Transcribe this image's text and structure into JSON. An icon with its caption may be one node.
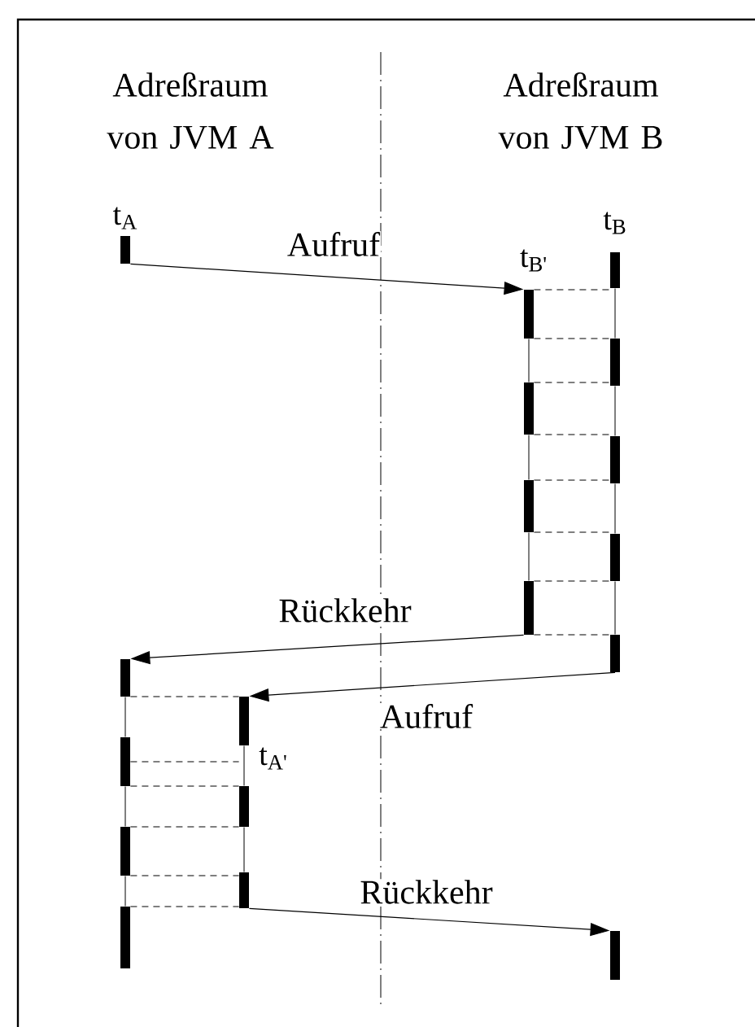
{
  "diagram": {
    "nodes": [
      {
        "text": [],
        "shape": "bar"
      },
      {
        "text": [],
        "shape": "bar"
      },
      {
        "text": [],
        "shape": "bar"
      },
      {
        "text": [],
        "shape": "bar"
      },
      {
        "text": [],
        "shape": "bar"
      },
      {
        "text": [],
        "shape": "bar"
      },
      {
        "text": [],
        "shape": "bar"
      },
      {
        "text": [],
        "shape": "bar"
      },
      {
        "text": [],
        "shape": "bar"
      },
      {
        "text": [],
        "shape": "bar"
      },
      {
        "text": [],
        "shape": "bar"
      },
      {
        "text": [],
        "shape": "bar"
      },
      {
        "text": [],
        "shape": "bar"
      },
      {
        "text": [],
        "shape": "bar"
      },
      {
        "text": [],
        "shape": "bar"
      },
      {
        "text": [],
        "shape": "bar"
      },
      {
        "text": [],
        "shape": "bar"
      },
      {
        "text": [],
        "shape": "bar"
      }
    ],
    "edges": [
      {
        "from": 0,
        "to": 1,
        "arrow": "to",
        "label": "Aufruf"
      },
      {
        "from": 4,
        "to": 10,
        "arrow": "to",
        "label": "Rückkehr"
      },
      {
        "from": 9,
        "to": 14,
        "arrow": "to",
        "label": "Aufruf"
      },
      {
        "from": 16,
        "to": 17,
        "arrow": "to",
        "label": "Rückkehr"
      },
      {
        "from": 1,
        "to": 5,
        "arrow": "none",
        "style": "dashed"
      },
      {
        "from": 1,
        "to": 6,
        "arrow": "none",
        "style": "dashed"
      },
      {
        "from": 2,
        "to": 6,
        "arrow": "none",
        "style": "dashed"
      },
      {
        "from": 2,
        "to": 7,
        "arrow": "none",
        "style": "dashed"
      },
      {
        "from": 3,
        "to": 7,
        "arrow": "none",
        "style": "dashed"
      },
      {
        "from": 3,
        "to": 8,
        "arrow": "none",
        "style": "dashed"
      },
      {
        "from": 4,
        "to": 8,
        "arrow": "none",
        "style": "dashed"
      },
      {
        "from": 4,
        "to": 9,
        "arrow": "none",
        "style": "dashed"
      },
      {
        "from": 10,
        "to": 14,
        "arrow": "none",
        "style": "dashed"
      },
      {
        "from": 11,
        "to": 14,
        "arrow": "none",
        "style": "dashed"
      },
      {
        "from": 11,
        "to": 15,
        "arrow": "none",
        "style": "dashed"
      },
      {
        "from": 12,
        "to": 15,
        "arrow": "none",
        "style": "dashed"
      },
      {
        "from": 12,
        "to": 16,
        "arrow": "none",
        "style": "dashed"
      },
      {
        "from": 13,
        "to": 16,
        "arrow": "none",
        "style": "dashed"
      },
      {
        "from": 1,
        "to": 2,
        "arrow": "none"
      },
      {
        "from": 2,
        "to": 3,
        "arrow": "none"
      },
      {
        "from": 3,
        "to": 4,
        "arrow": "none"
      },
      {
        "from": 5,
        "to": 6,
        "arrow": "none"
      },
      {
        "from": 6,
        "to": 7,
        "arrow": "none"
      },
      {
        "from": 7,
        "to": 8,
        "arrow": "none"
      },
      {
        "from": 8,
        "to": 9,
        "arrow": "none"
      },
      {
        "from": 10,
        "to": 11,
        "arrow": "none"
      },
      {
        "from": 11,
        "to": 12,
        "arrow": "none"
      },
      {
        "from": 12,
        "to": 13,
        "arrow": "none"
      },
      {
        "from": 14,
        "to": 15,
        "arrow": "none"
      },
      {
        "from": 15,
        "to": 16,
        "arrow": "none"
      }
    ],
    "labels": [
      "Adreßraum von JVM A",
      "Adreßraum von JVM B",
      "t$_{A}$",
      "t$_{B}$",
      "t$_{B'}$",
      "t$_{A'}$"
    ]
  }
}
